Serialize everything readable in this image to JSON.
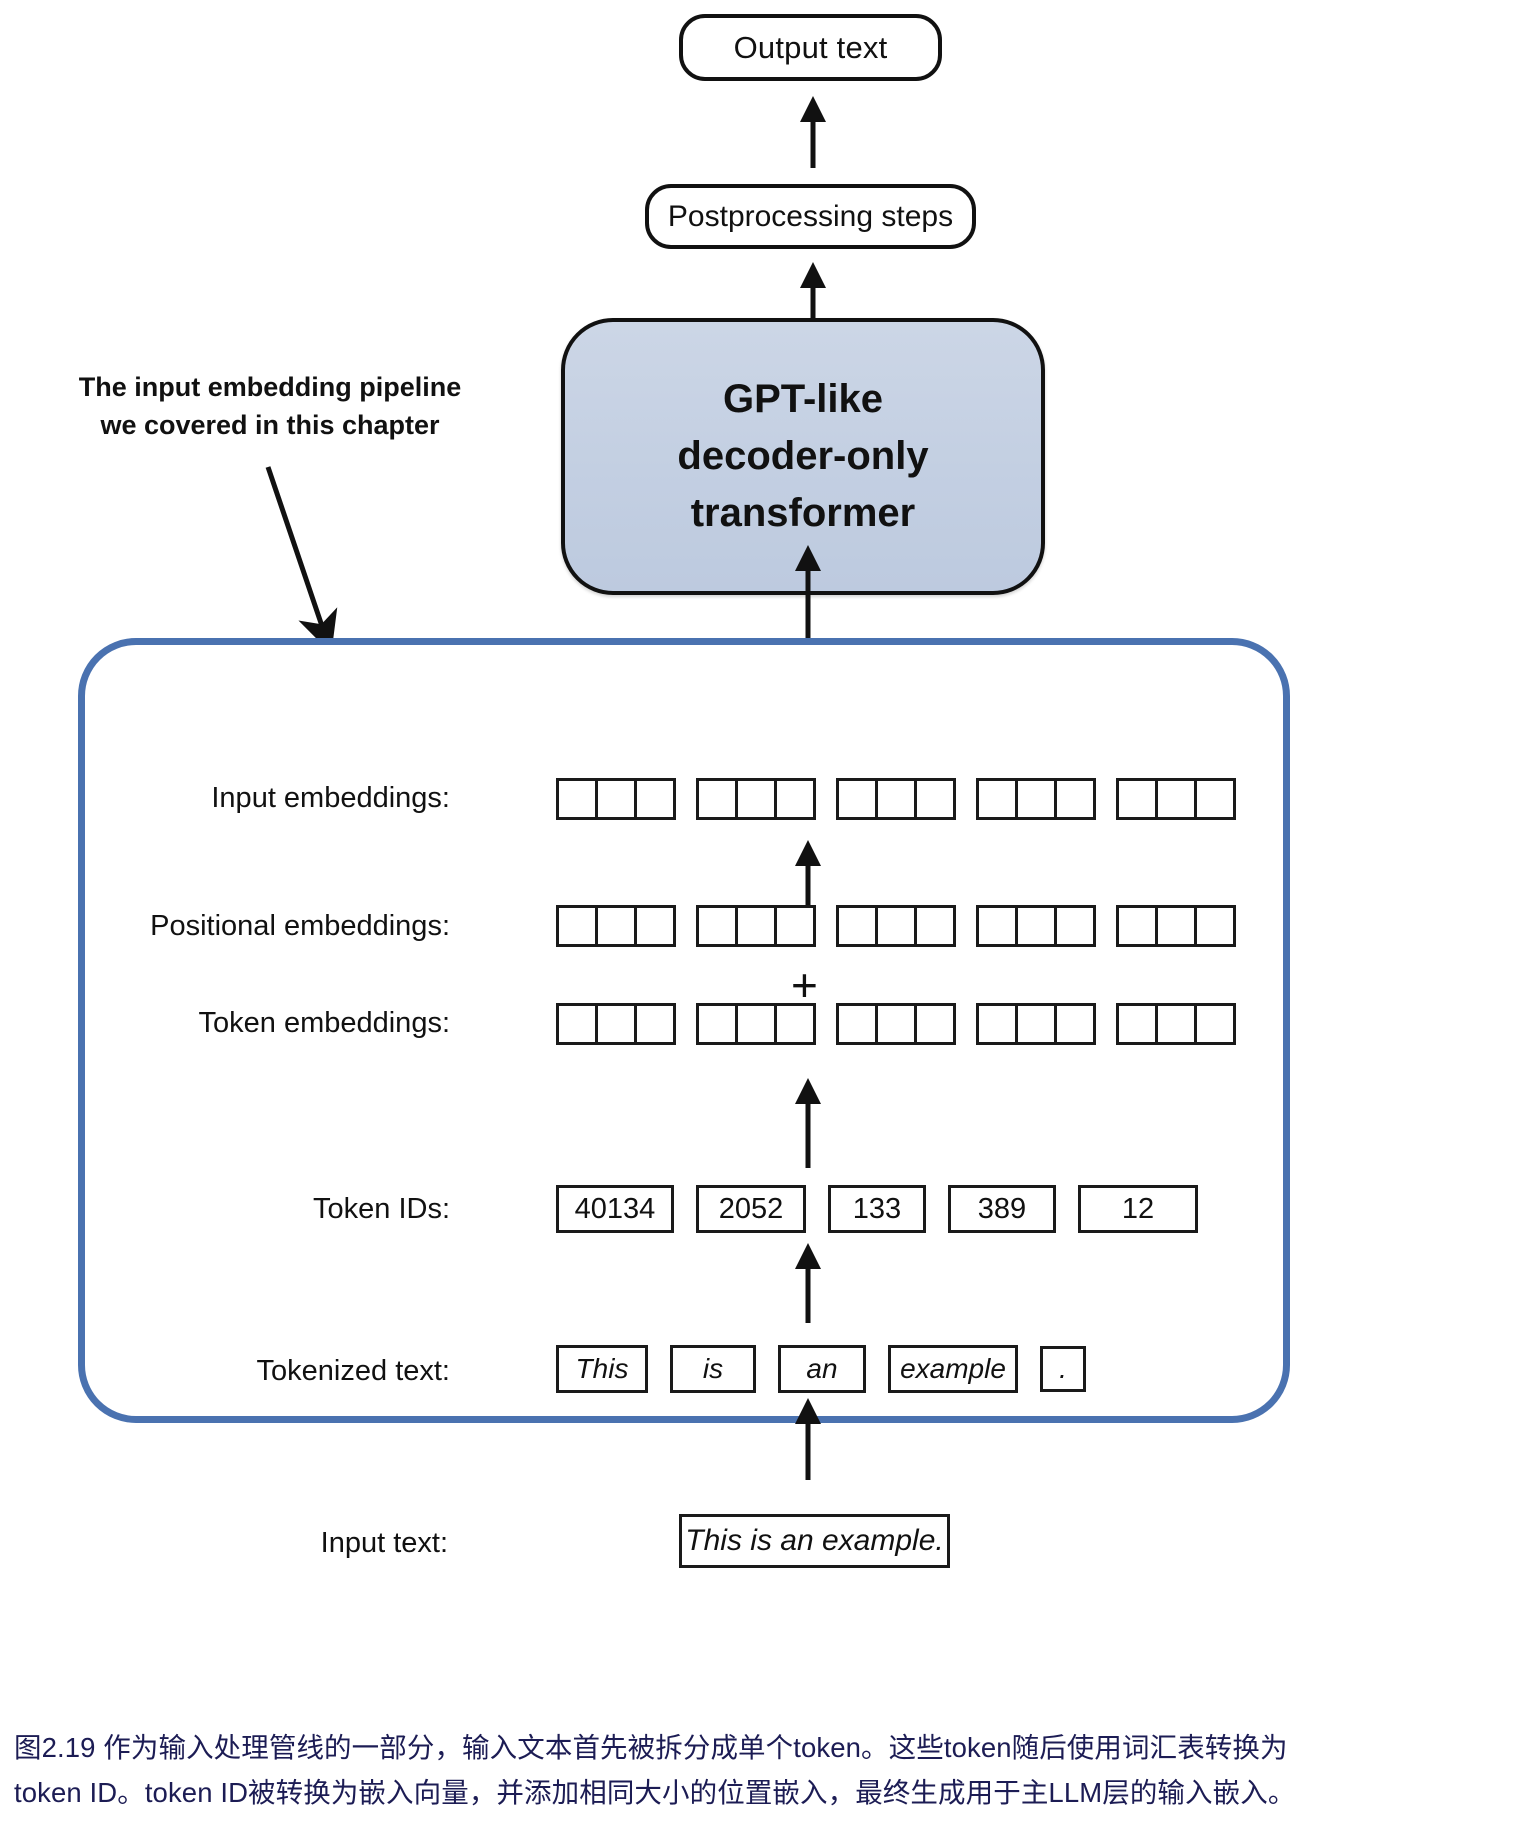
{
  "figure": {
    "title_id": "2.19",
    "top_boxes": {
      "output_text": "Output text",
      "postprocessing": "Postprocessing steps",
      "transformer_line1": "GPT-like",
      "transformer_line2": "decoder-only",
      "transformer_line3": "transformer"
    },
    "annotation": {
      "line1": "The input embedding pipeline",
      "line2": "we covered in this chapter"
    },
    "rows": {
      "input_embeddings_label": "Input embeddings:",
      "positional_embeddings_label": "Positional embeddings:",
      "token_embeddings_label": "Token embeddings:",
      "token_ids_label": "Token IDs:",
      "tokenized_text_label": "Tokenized text:",
      "input_text_label": "Input text:"
    },
    "plus_symbol": "+",
    "embedding_groups": 5,
    "embedding_cells_per_group": 3,
    "token_ids": [
      "40134",
      "2052",
      "133",
      "389",
      "12"
    ],
    "tokenized_text": [
      "This",
      "is",
      "an",
      "example",
      "."
    ],
    "input_text": "This is an example.",
    "colors": {
      "pipeline_border": "#4a72b0",
      "transformer_fill": "#c4d0e2",
      "box_stroke": "#111111",
      "caption_text": "#1c1c54"
    }
  },
  "caption": {
    "line1": "图2.19 作为输入处理管线的一部分，输入文本首先被拆分成单个token。这些token随后使用词汇表转换为",
    "line2": "token ID。token ID被转换为嵌入向量，并添加相同大小的位置嵌入，最终生成用于主LLM层的输入嵌入。"
  }
}
